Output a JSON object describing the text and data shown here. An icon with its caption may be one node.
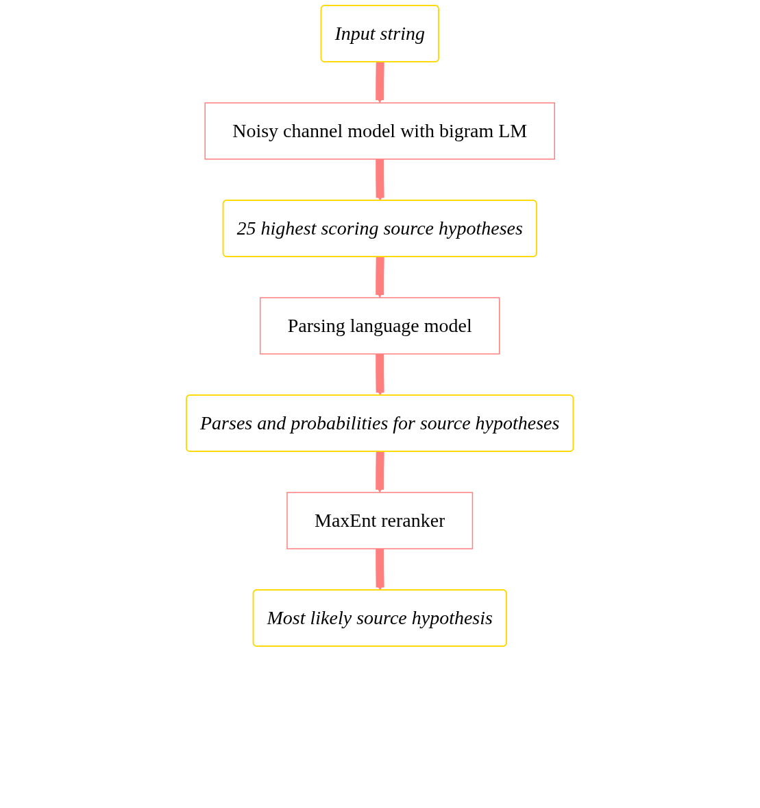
{
  "diagram": {
    "nodes": [
      {
        "text": [
          "Input string"
        ]
      },
      {
        "text": [
          "Noisy channel model with bigram LM"
        ]
      },
      {
        "text": [
          "25 highest scoring source hypotheses"
        ]
      },
      {
        "text": [
          "Parsing language model"
        ]
      },
      {
        "text": [
          "Parses and probabilities for source hypotheses"
        ]
      },
      {
        "text": [
          "MaxEnt reranker"
        ]
      },
      {
        "text": [
          "Most likely source hypothesis"
        ]
      }
    ],
    "edges": [
      {
        "from": 0,
        "to": 1,
        "arrow": "to"
      },
      {
        "from": 1,
        "to": 2,
        "arrow": "to"
      },
      {
        "from": 2,
        "to": 3,
        "arrow": "to"
      },
      {
        "from": 3,
        "to": 4,
        "arrow": "to"
      },
      {
        "from": 4,
        "to": 5,
        "arrow": "to"
      },
      {
        "from": 5,
        "to": 6,
        "arrow": "to"
      }
    ]
  }
}
